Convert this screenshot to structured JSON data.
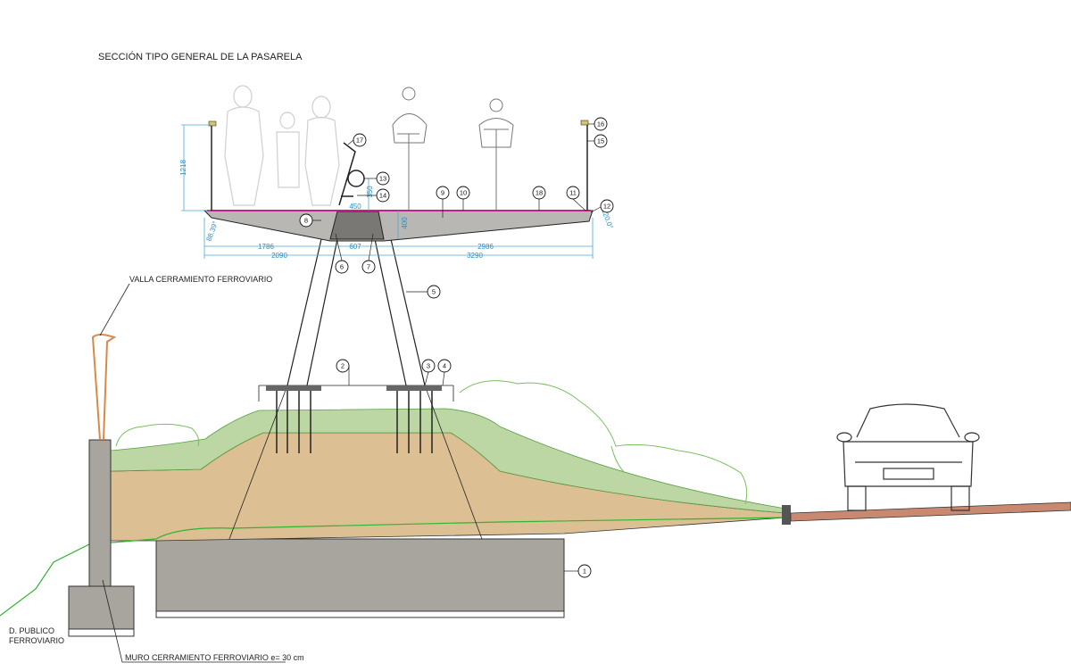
{
  "title": "SECCIÓN TIPO GENERAL DE LA PASARELA",
  "annotations": {
    "fence": "VALLA CERRAMIENTO FERROVIARIO",
    "public_domain_line1": "D. PUBLICO",
    "public_domain_line2": "FERROVIARIO",
    "wall": "MURO CERRAMIENTO FERROVIARIO e= 30 cm"
  },
  "dimensions": {
    "railing_height": "1218",
    "left_angle": "88.39°",
    "right_angle": "120.0°",
    "left_cantilever": "1786",
    "core_width": "607",
    "right_cantilever": "2986",
    "left_total": "2090",
    "right_total": "3290",
    "deck_depth": "400",
    "bench_width": "450",
    "bench_height": "350"
  },
  "callouts": [
    "1",
    "2",
    "3",
    "4",
    "5",
    "6",
    "7",
    "8",
    "9",
    "10",
    "11",
    "12",
    "13",
    "14",
    "15",
    "16",
    "17",
    "18"
  ],
  "colors": {
    "soil": "#dcbf93",
    "vegetation": "#bcd7a4",
    "concrete": "#a7a59e",
    "deck": "#b9b7b3",
    "surface": "#c0208a",
    "dimension": "#2a8fc0",
    "ground_line": "#2fb52f"
  }
}
